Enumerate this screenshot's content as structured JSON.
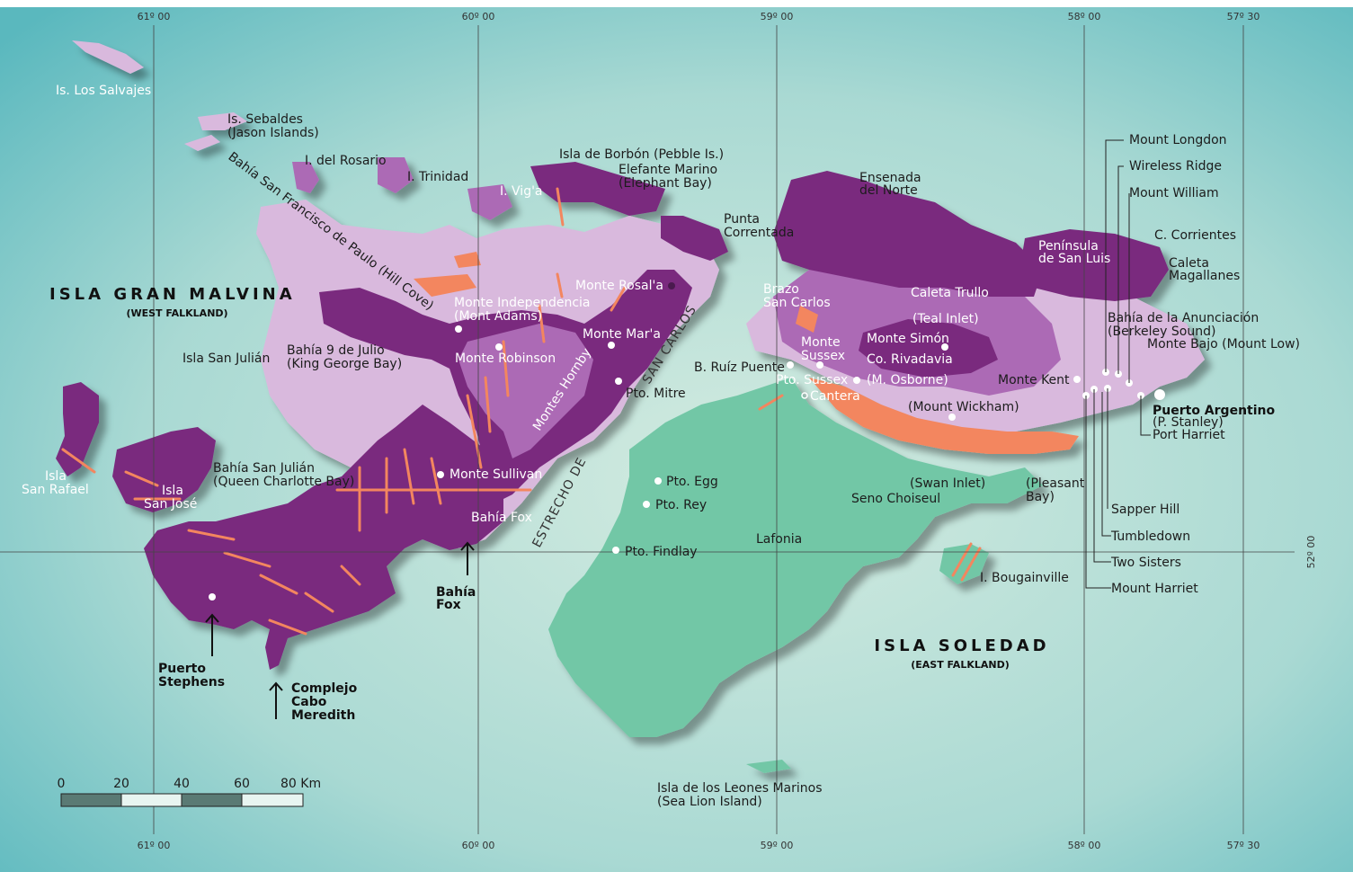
{
  "colors": {
    "sea_light": "#d3ebe0",
    "sea_dark": "#5ab8be",
    "lilac": "#d9b9dd",
    "mauve": "#ac6bb5",
    "purple": "#7a2b7e",
    "green": "#72c7a6",
    "orange": "#f3865f",
    "grid": "#444444"
  },
  "coords": {
    "top": [
      "61º 00",
      "60º 00",
      "59º 00",
      "58º 00",
      "57º 30"
    ],
    "bottom": [
      "61º 00",
      "60º 00",
      "59º 00",
      "58º 00",
      "57º 30"
    ],
    "lat": "52º 00"
  },
  "islands": {
    "west": {
      "name": "ISLA GRAN MALVINA",
      "sub": "(WEST FALKLAND)"
    },
    "east": {
      "name": "ISLA SOLEDAD",
      "sub": "(EAST FALKLAND)"
    }
  },
  "strait": {
    "left": "ESTRECHO DE",
    "right": "SAN CARLOS"
  },
  "labels": {
    "salvajes": "Is. Los Salvajes",
    "sebaldes_1": "Is. Sebaldes",
    "sebaldes_2": "(Jason Islands)",
    "rosario": "I. del Rosario",
    "trinidad": "I. Trinidad",
    "vigia": "I. Vig'a",
    "borbon": "Isla de Borbón (Pebble Is.)",
    "elefante_1": "Elefante Marino",
    "elefante_2": "(Elephant Bay)",
    "hillcove": "Bahía San Francisco de Paulo (Hill Cove)",
    "punta_1": "Punta",
    "punta_2": "Correntada",
    "rosala": "Monte Rosal'a",
    "independencia_1": "Monte Independencia",
    "independencia_2": "(Mont Adams)",
    "maria": "Monte Mar'a",
    "robinson": "Monte Robinson",
    "hornby": "Montes Hornby",
    "mitre": "Pto. Mitre",
    "sanjulian": "Isla San Julián",
    "julio_1": "Bahía 9 de Julio",
    "julio_2": "(King George Bay)",
    "sullivan": "Monte Sullivan",
    "queen_1": "Bahía San Julián",
    "queen_2": "(Queen Charlotte Bay)",
    "rafael_1": "Isla",
    "rafael_2": "San Rafael",
    "jose_1": "Isla",
    "jose_2": "San José",
    "bahiafox": "Bahía Fox",
    "bahiafox_b1": "Bahía",
    "bahiafox_b2": "Fox",
    "stephens_1": "Puerto",
    "stephens_2": "Stephens",
    "meredith_1": "Complejo",
    "meredith_2": "Cabo",
    "meredith_3": "Meredith",
    "egg": "Pto. Egg",
    "rey": "Pto. Rey",
    "findlay": "Pto. Findlay",
    "lafonia": "Lafonia",
    "leones_1": "Isla de los Leones Marinos",
    "leones_2": "(Sea Lion Island)",
    "ensenada_1": "Ensenada",
    "ensenada_2": "del Norte",
    "brazo_1": "Brazo",
    "brazo_2": "San Carlos",
    "trullo": "Caleta Trullo",
    "teal": "(Teal Inlet)",
    "simon": "Monte Simón",
    "rivadavia": "Co. Rivadavia",
    "osborne": "(M. Osborne)",
    "sussex_1": "Monte",
    "sussex_2": "Sussex",
    "ptosussex": "Pto. Sussex",
    "cantera": "Cantera",
    "ruiz": "B. Ruíz Puente",
    "wickham": "(Mount Wickham)",
    "swan": "(Swan Inlet)",
    "choiseul": "Seno Choiseul",
    "pleasant_1": "(Pleasant",
    "pleasant_2": "Bay)",
    "bougainville": "I. Bougainville",
    "luis_1": "Península",
    "luis_2": "de San Luis",
    "kent": "Monte Kent",
    "anunciacion_1": "Bahía de la Anunciación",
    "anunciacion_2": "(Berkeley Sound)",
    "bajo": "Monte Bajo (Mount Low)",
    "corrientes": "C. Corrientes",
    "magallanes_1": "Caleta",
    "magallanes_2": "Magallanes",
    "argentino": "Puerto Argentino",
    "stanley": "(P. Stanley)",
    "harriet_port": "Port Harriet",
    "longdon": "Mount Longdon",
    "wireless": "Wireless Ridge",
    "william": "Mount William",
    "sapper": "Sapper Hill",
    "tumbledown": "Tumbledown",
    "sisters": "Two Sisters",
    "mharriet": "Mount Harriet"
  },
  "scale": {
    "ticks": [
      "0",
      "20",
      "40",
      "60",
      "80 Km"
    ]
  }
}
